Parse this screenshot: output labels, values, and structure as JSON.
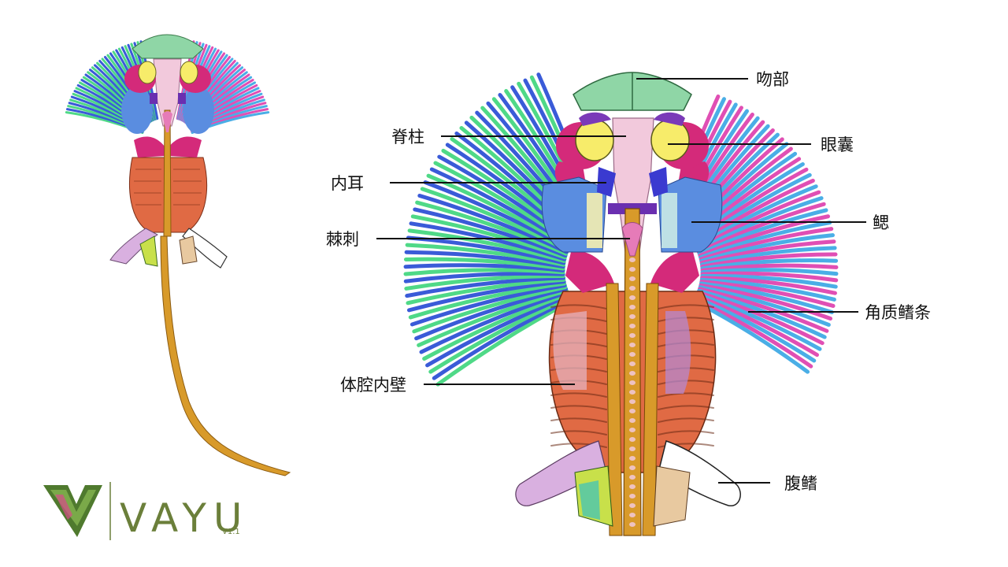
{
  "labels": {
    "snout": "吻部",
    "spine": "脊柱",
    "eye_capsule": "眼囊",
    "inner_ear": "内耳",
    "gill": "鳃",
    "thorn": "棘刺",
    "horny_fin_rays": "角质鳍条",
    "body_cavity_wall": "体腔内壁",
    "pelvic_fin": "腹鳍"
  },
  "logo": {
    "text": "VAYU",
    "version": "V1.1"
  },
  "colors": {
    "green_rays": "#4fd987",
    "blue_rays": "#3a5bd8",
    "pink_rays": "#e04fb4",
    "cyan_rays": "#4aaee6",
    "spine": "#d89a2a",
    "cranium": "#f2c9dc",
    "snout": "#8fd6a6",
    "eye": "#f7ec6a",
    "gill": "#5a8de0",
    "magenta": "#d42a7a",
    "ribs": "#e06a44",
    "pelvic": "#d9b0e0",
    "purple": "#6a2fb0"
  }
}
